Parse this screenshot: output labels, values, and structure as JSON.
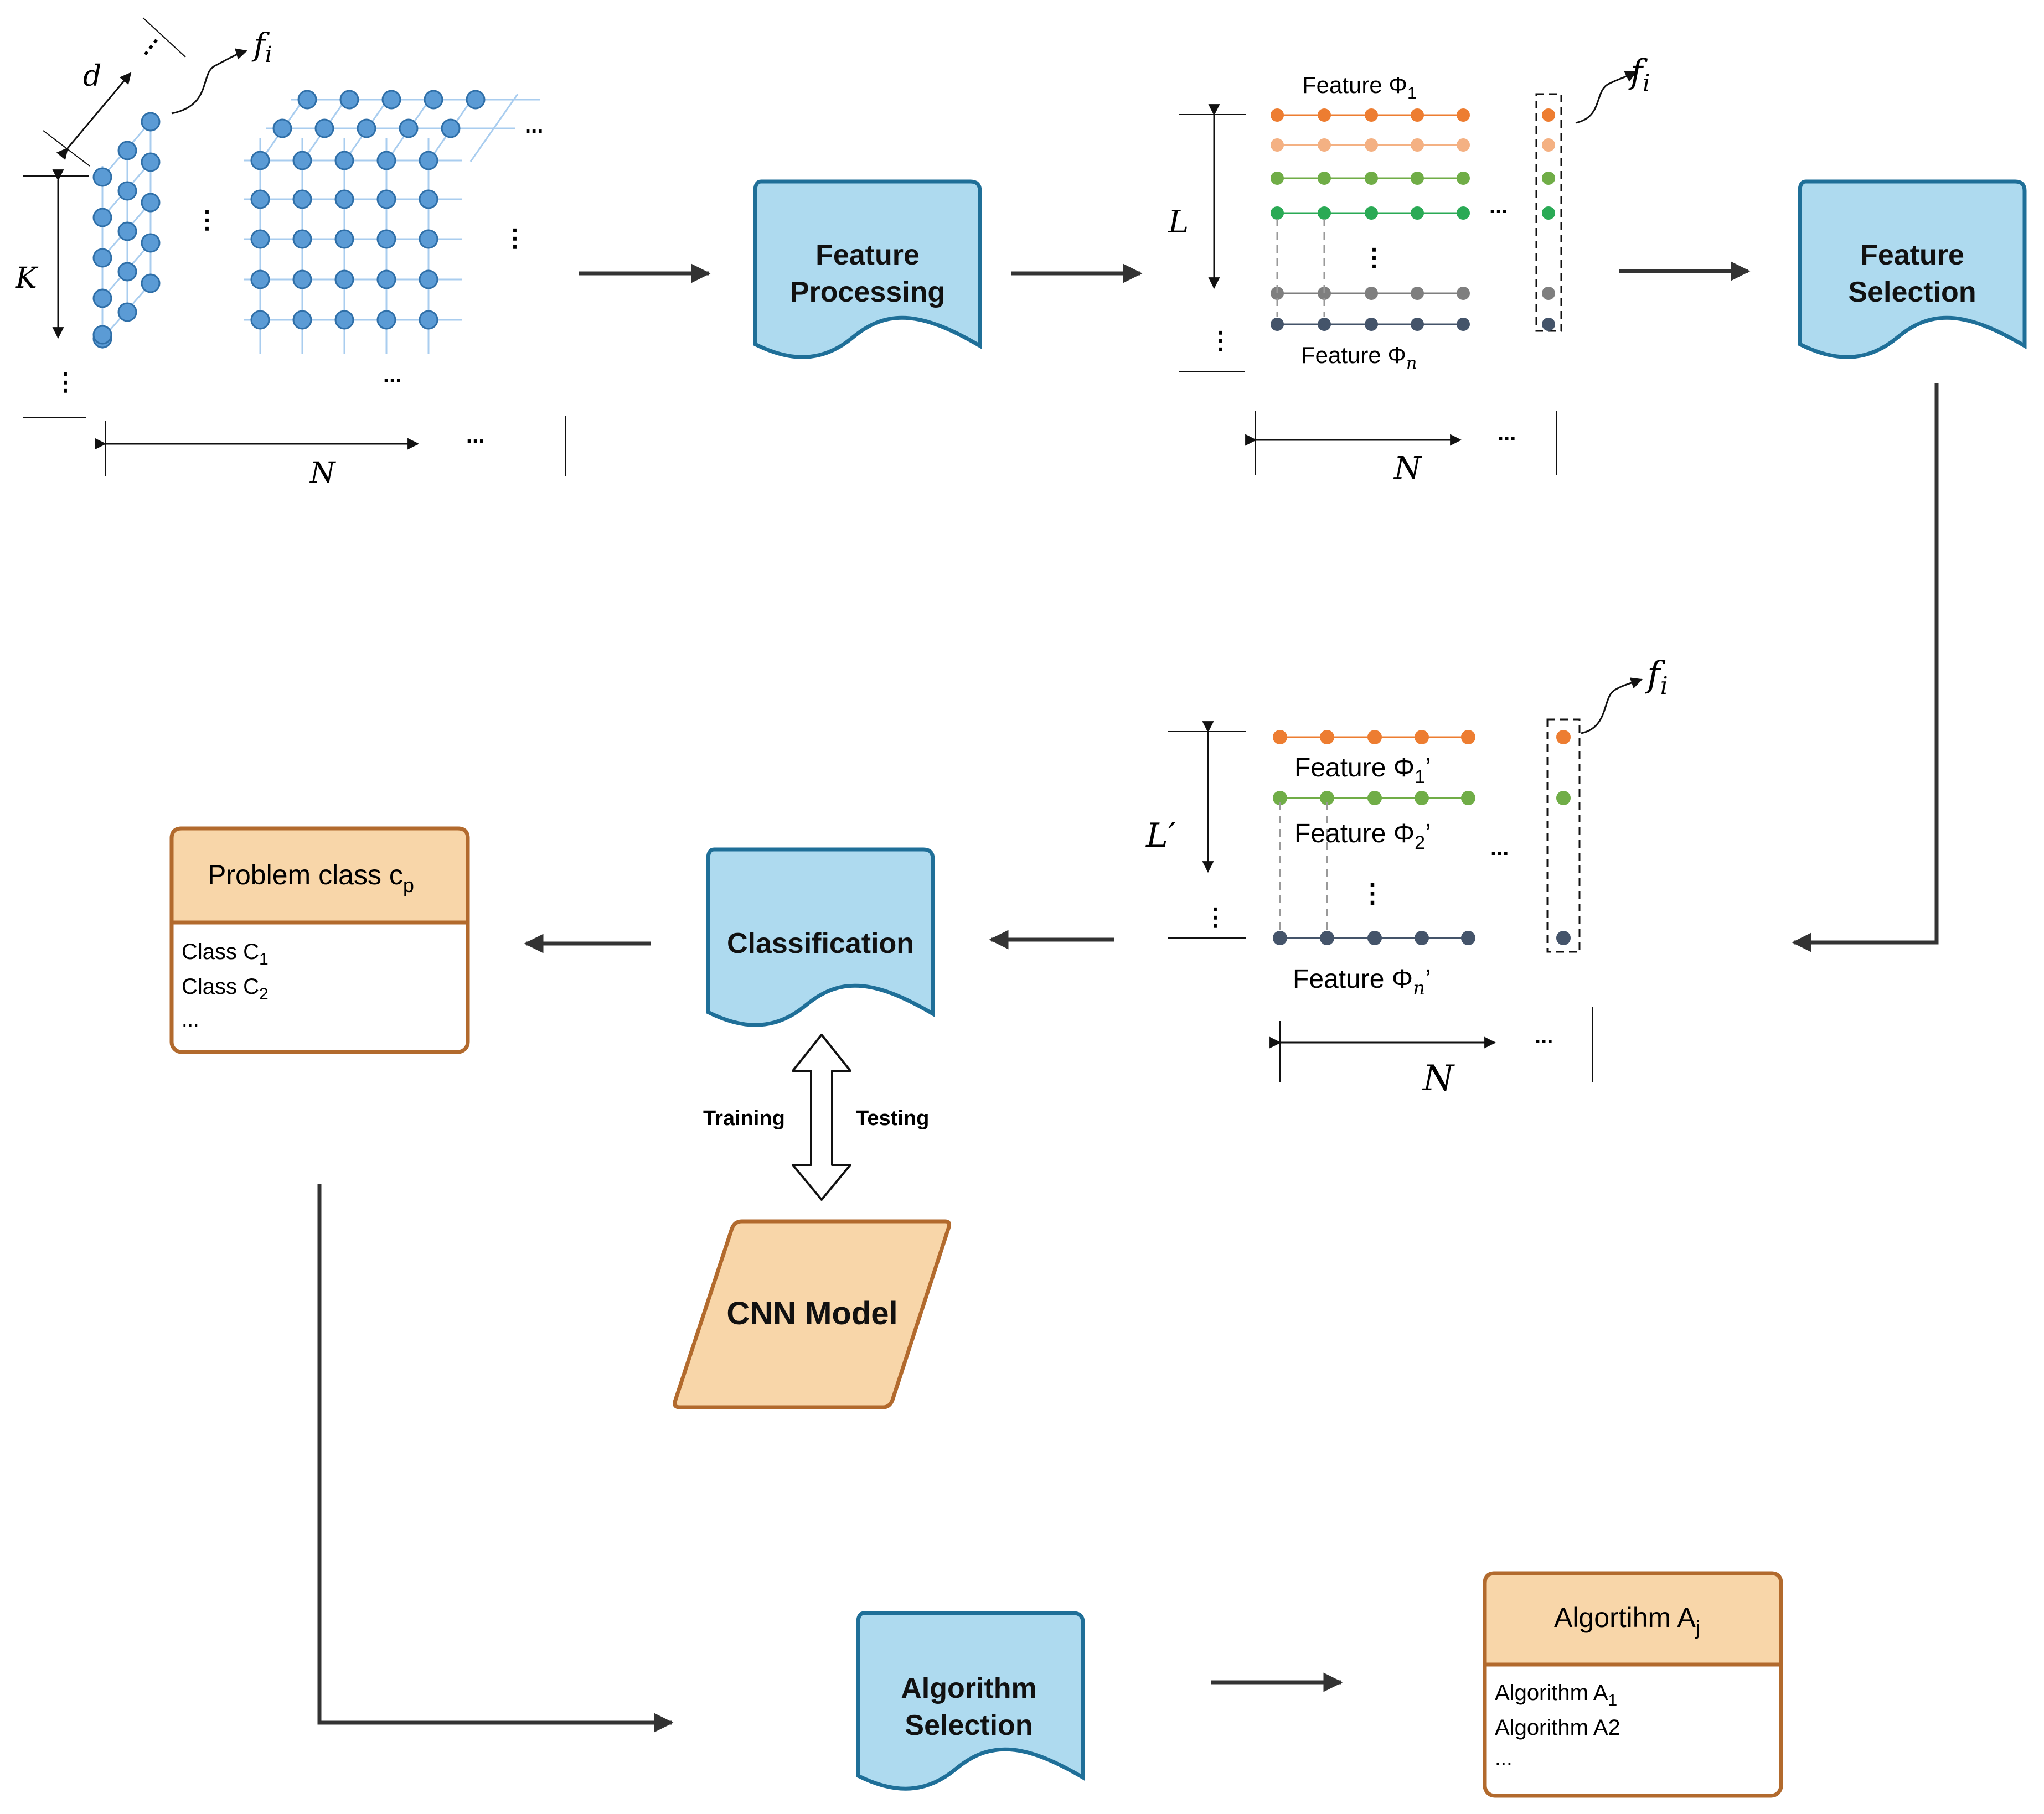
{
  "colors": {
    "doc_fill": "#aedaef",
    "doc_stroke": "#1f6f98",
    "orange_fill": "#f8d6a9",
    "orange_stroke": "#b26a2d",
    "node_blue": "#5b9bd5",
    "node_blue_edge": "#2f6fa8",
    "grid_line": "#a9cdef",
    "feat_orange": "#ed7d31",
    "feat_light_orange": "#f4b183",
    "feat_light_green": "#70ad47",
    "feat_green": "#2aaa55",
    "feat_gray": "#7f7f7f",
    "feat_navy": "#44546a",
    "arrow": "#333333"
  },
  "labels": {
    "feature_processing": [
      "Feature",
      "Processing"
    ],
    "feature_selection": [
      "Feature",
      "Selection"
    ],
    "classification": "Classification",
    "algorithm_selection": [
      "Algorithm",
      "Selection"
    ],
    "cnn_model": "CNN Model",
    "training": "Training",
    "testing": "Testing",
    "ellipsis": "...",
    "vdots": "⋮"
  },
  "tensor": {
    "fi": "f",
    "fi_sub": "i",
    "d": "d",
    "K": "K",
    "N": "N"
  },
  "features_top": {
    "title_prefix": "Feature Φ",
    "title_sub": "1",
    "bottom_prefix": "Feature Φ",
    "bottom_sub": "n",
    "L": "L",
    "N": "N",
    "fi": "f",
    "fi_sub": "i"
  },
  "features_bottom": {
    "row1_prefix": "Feature Φ",
    "row1_sub": "1",
    "row2_prefix": "Feature Φ",
    "row2_sub": "2",
    "rown_prefix": "Feature Φ",
    "rown_sub": "n",
    "prime": "’",
    "L": "L′",
    "N": "N",
    "fi": "f",
    "fi_sub": "i"
  },
  "problem_class": {
    "title": "Problem class c",
    "title_sub": "p",
    "items": [
      {
        "label": "Class C",
        "sub": "1"
      },
      {
        "label": "Class C",
        "sub": "2"
      }
    ],
    "more": "..."
  },
  "algorithm": {
    "title": "Algortihm A",
    "title_sub": "j",
    "items": [
      {
        "label": "Algorithm A",
        "sub": "1"
      },
      {
        "label": "Algorithm A2",
        "sub": ""
      }
    ],
    "more": "..."
  }
}
